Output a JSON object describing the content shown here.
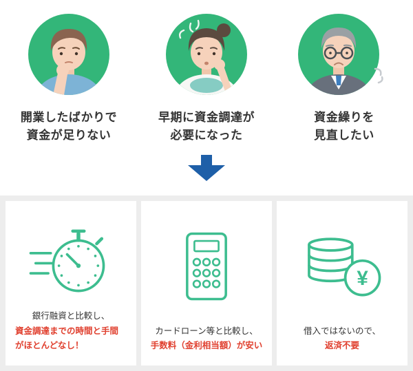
{
  "colors": {
    "avatar_green": "#33b679",
    "icon_green": "#3dbd8f",
    "arrow_blue": "#1e5fa8",
    "highlight_red": "#e0402f",
    "section_bg": "#ededed",
    "card_bg": "#ffffff",
    "text": "#333333"
  },
  "top_items": [
    {
      "avatar": "young-man-thinking-illustration",
      "caption": "開業したばかりで\n資金が足りない"
    },
    {
      "avatar": "woman-worried-illustration",
      "caption": "早期に資金調達が\n必要になった"
    },
    {
      "avatar": "older-man-glasses-illustration",
      "caption": "資金繰りを\n見直したい"
    }
  ],
  "arrow": {
    "icon": "down-arrow-icon"
  },
  "cards": [
    {
      "icon": "stopwatch-icon",
      "lead": "銀行融資と比較し、",
      "highlight": "資金調達までの時間と手間\nがほとんどなし！"
    },
    {
      "icon": "calculator-icon",
      "lead": "カードローン等と比較し、",
      "highlight": "手数料（金利相当額）が安い"
    },
    {
      "icon": "coin-stack-yen-icon",
      "lead": "借入ではないので、",
      "highlight": "返済不要"
    }
  ]
}
